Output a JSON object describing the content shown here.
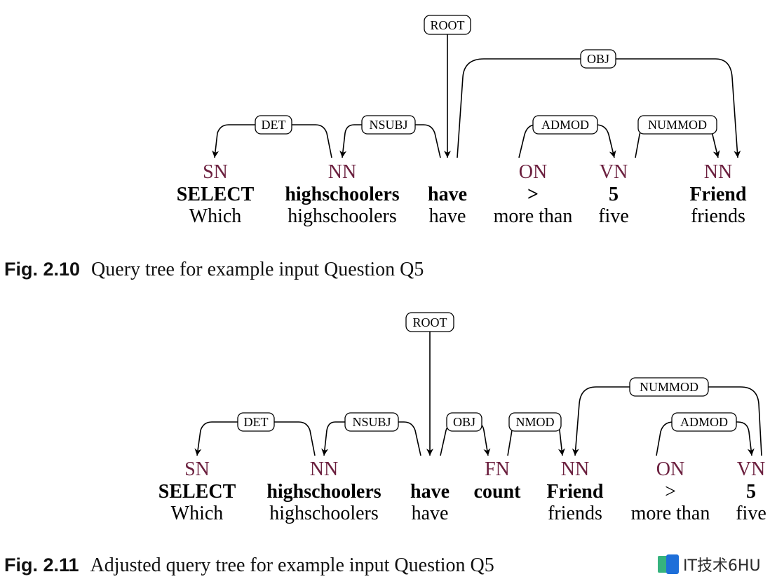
{
  "figures": [
    {
      "number": "Fig. 2.10",
      "caption": "Query tree for example input Question Q5",
      "root_label": "ROOT",
      "nodes": [
        {
          "tag": "SN",
          "word": "SELECT",
          "surface": "Which"
        },
        {
          "tag": "NN",
          "word": "highschoolers",
          "surface": "highschoolers"
        },
        {
          "tag": "",
          "word": "have",
          "surface": "have"
        },
        {
          "tag": "ON",
          "word": ">",
          "surface": "more than"
        },
        {
          "tag": "VN",
          "word": "5",
          "surface": "five"
        },
        {
          "tag": "NN",
          "word": "Friend",
          "surface": "friends"
        }
      ],
      "edges": [
        {
          "label": "DET",
          "head": "highschoolers",
          "dependent": "SELECT"
        },
        {
          "label": "NSUBJ",
          "head": "have",
          "dependent": "highschoolers"
        },
        {
          "label": "OBJ",
          "head": "have",
          "dependent": "Friend"
        },
        {
          "label": "ADMOD",
          "head": ">",
          "dependent": "5"
        },
        {
          "label": "NUMMOD",
          "head": "5",
          "dependent": "Friend"
        }
      ]
    },
    {
      "number": "Fig. 2.11",
      "caption": "Adjusted query tree for example input Question Q5",
      "root_label": "ROOT",
      "nodes": [
        {
          "tag": "SN",
          "word": "SELECT",
          "surface": "Which"
        },
        {
          "tag": "NN",
          "word": "highschoolers",
          "surface": "highschoolers"
        },
        {
          "tag": "",
          "word": "have",
          "surface": "have"
        },
        {
          "tag": "FN",
          "word": "count",
          "surface": ""
        },
        {
          "tag": "NN",
          "word": "Friend",
          "surface": "friends"
        },
        {
          "tag": "ON",
          "word": ">",
          "surface": "more than"
        },
        {
          "tag": "VN",
          "word": "5",
          "surface": "five"
        }
      ],
      "edges": [
        {
          "label": "DET",
          "head": "highschoolers",
          "dependent": "SELECT"
        },
        {
          "label": "NSUBJ",
          "head": "have",
          "dependent": "highschoolers"
        },
        {
          "label": "OBJ",
          "head": "have",
          "dependent": "count"
        },
        {
          "label": "NMOD",
          "head": "count",
          "dependent": "Friend"
        },
        {
          "label": "NUMMOD",
          "head": "5",
          "dependent": "Friend"
        },
        {
          "label": "ADMOD",
          "head": ">",
          "dependent": "5"
        }
      ]
    }
  ],
  "watermark": {
    "text": "IT技术6HU",
    "colors": {
      "blue": "#1e6fd9",
      "green": "#36b37e"
    }
  }
}
